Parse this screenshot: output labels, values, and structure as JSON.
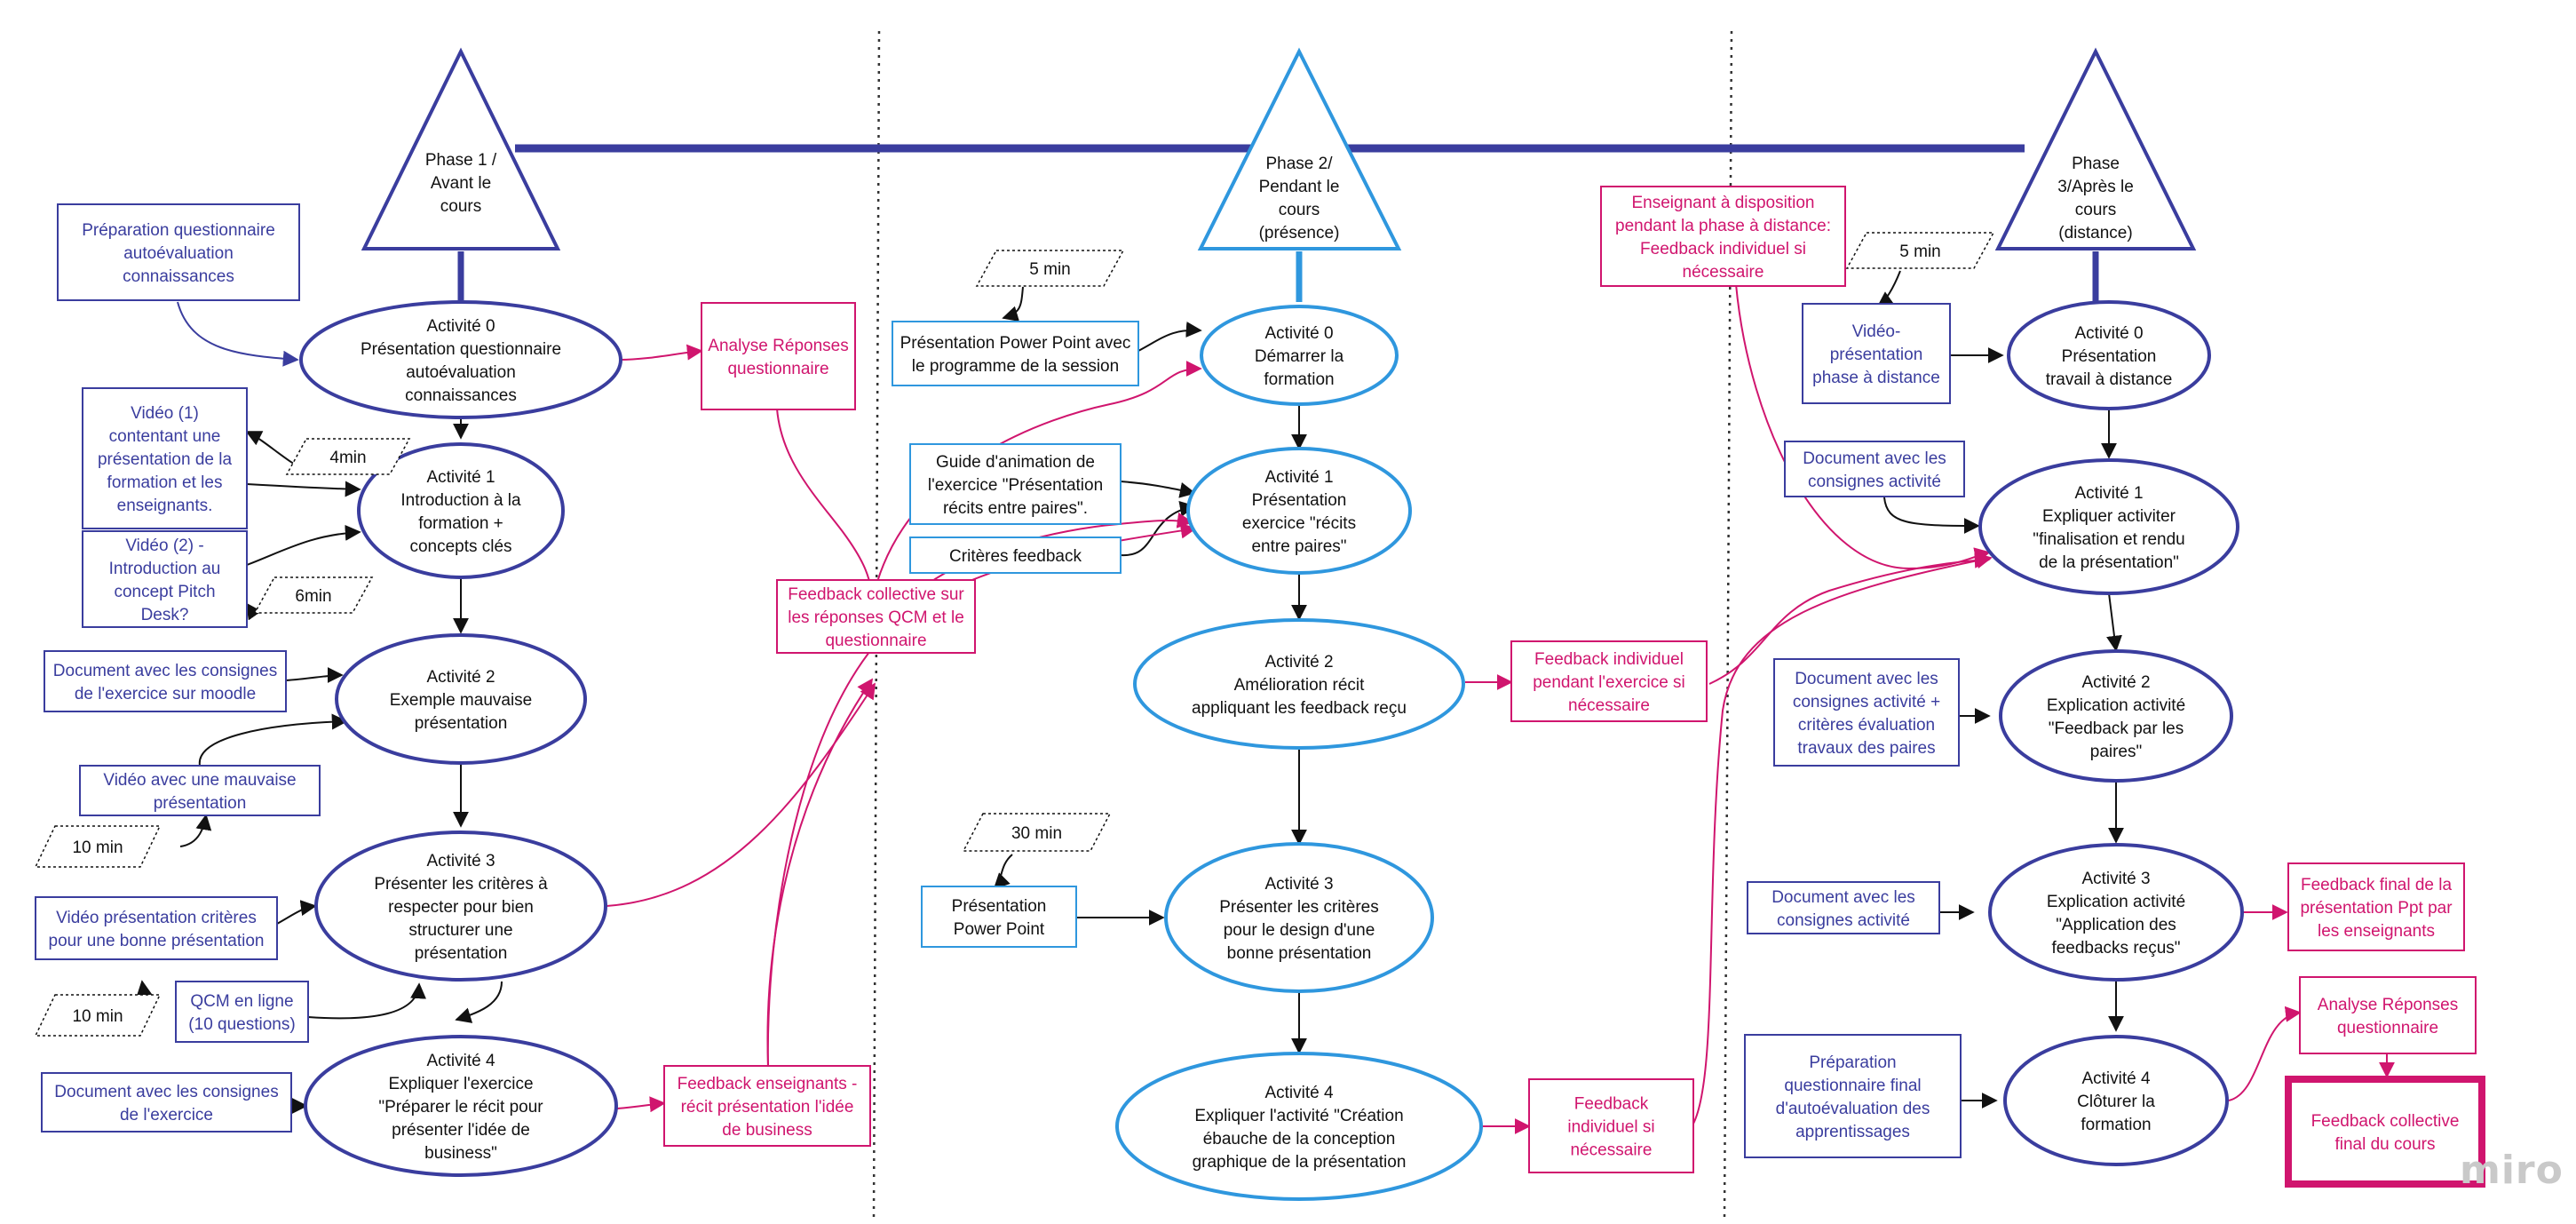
{
  "colors": {
    "dark_blue": "#3a3d9e",
    "light_blue": "#2f97de",
    "magenta": "#d0156e",
    "black": "#111111",
    "divider": "#333333",
    "logo": "#c9c9c9"
  },
  "logo": {
    "text": "miro"
  },
  "phases": [
    {
      "id": "p1",
      "lines": [
        "Phase 1 /",
        "Avant le",
        "cours"
      ]
    },
    {
      "id": "p2",
      "lines": [
        "Phase 2/",
        "Pendant le",
        "cours",
        "(présence)"
      ]
    },
    {
      "id": "p3",
      "lines": [
        "Phase",
        "3/Après le",
        "cours",
        "(distance)"
      ]
    }
  ],
  "activities": [
    {
      "id": "a10",
      "lines": [
        "Activité 0",
        "Présentation questionnaire",
        "autoévaluation",
        "connaissances"
      ]
    },
    {
      "id": "a11",
      "lines": [
        "Activité 1",
        "Introduction à la",
        "formation +",
        "concepts clés"
      ]
    },
    {
      "id": "a12",
      "lines": [
        "Activité 2",
        "Exemple mauvaise",
        "présentation"
      ]
    },
    {
      "id": "a13",
      "lines": [
        "Activité 3",
        "Présenter les critères à",
        "respecter pour bien",
        "structurer une",
        "présentation"
      ]
    },
    {
      "id": "a14",
      "lines": [
        "Activité 4",
        "Expliquer l'exercice",
        "\"Préparer le récit pour",
        "présenter l'idée de",
        "business\""
      ]
    },
    {
      "id": "a20",
      "lines": [
        "Activité 0",
        "Démarrer la",
        "formation"
      ]
    },
    {
      "id": "a21",
      "lines": [
        "Activité 1",
        "Présentation",
        "exercice \"récits",
        "entre paires\""
      ]
    },
    {
      "id": "a22",
      "lines": [
        "Activité 2",
        "Amélioration récit",
        "appliquant les feedback reçu"
      ]
    },
    {
      "id": "a23",
      "lines": [
        "Activité 3",
        "Présenter les critères",
        "pour le design d'une",
        "bonne présentation"
      ]
    },
    {
      "id": "a24",
      "lines": [
        "Activité 4",
        "Expliquer l'activité \"Création",
        "ébauche de la conception",
        "graphique de la présentation"
      ]
    },
    {
      "id": "a30",
      "lines": [
        "Activité 0",
        "Présentation",
        "travail à distance"
      ]
    },
    {
      "id": "a31",
      "lines": [
        "Activité 1",
        "Expliquer activiter",
        "\"finalisation et rendu",
        "de la  présentation\""
      ]
    },
    {
      "id": "a32",
      "lines": [
        "Activité 2",
        "Explication activité",
        "\"Feedback par les",
        "paires\""
      ]
    },
    {
      "id": "a33",
      "lines": [
        "Activité 3",
        "Explication activité",
        "\"Application des",
        "feedbacks reçus\""
      ]
    },
    {
      "id": "a34",
      "lines": [
        "Activité 4",
        "Clôturer la",
        "formation"
      ]
    }
  ],
  "resources": [
    {
      "id": "r_prep",
      "lines": [
        "Préparation questionnaire",
        "autoévaluation",
        "connaissances"
      ]
    },
    {
      "id": "r_vid1",
      "lines": [
        "Vidéo (1)",
        "contentant une",
        "présentation  de la",
        "formation et les",
        "enseignants."
      ]
    },
    {
      "id": "r_vid2",
      "lines": [
        "Vidéo (2) -",
        "Introduction au",
        "concept Pitch",
        "Desk?"
      ]
    },
    {
      "id": "r_doc12",
      "lines": [
        "Document avec les consignes",
        "de l'exercice sur moodle"
      ]
    },
    {
      "id": "r_vidbad",
      "lines": [
        "Vidéo avec une mauvaise",
        "présentation"
      ]
    },
    {
      "id": "r_vidcrit",
      "lines": [
        "Vidéo présentation critères",
        "pour une bonne présentation"
      ]
    },
    {
      "id": "r_qcm",
      "lines": [
        "QCM en ligne",
        "(10 questions)"
      ]
    },
    {
      "id": "r_doc14",
      "lines": [
        "Document avec les consignes",
        "de l'exercice"
      ]
    },
    {
      "id": "r_ppt20",
      "lines": [
        "Présentation Power Point avec",
        "le programme de la session"
      ]
    },
    {
      "id": "r_guide",
      "lines": [
        "Guide d'animation de",
        "l'exercice \"Présentation",
        "récits entre paires\"."
      ]
    },
    {
      "id": "r_crit",
      "lines": [
        "Critères feedback"
      ]
    },
    {
      "id": "r_ppt23",
      "lines": [
        "Présentation",
        "Power Point"
      ]
    },
    {
      "id": "r_vid30",
      "lines": [
        "Vidéo-",
        "présentation",
        "phase à distance"
      ]
    },
    {
      "id": "r_doc31",
      "lines": [
        "Document avec les",
        "consignes activité"
      ]
    },
    {
      "id": "r_doc32",
      "lines": [
        "Document avec les",
        "consignes activité +",
        "critères évaluation",
        "travaux des paires"
      ]
    },
    {
      "id": "r_doc33",
      "lines": [
        "Document avec les",
        "consignes activité"
      ]
    },
    {
      "id": "r_prep34",
      "lines": [
        "Préparation",
        "questionnaire final",
        "d'autoévaluation des",
        "apprentissages"
      ]
    }
  ],
  "feedbacks": [
    {
      "id": "f_analyse1",
      "lines": [
        "Analyse Réponses",
        "questionnaire"
      ]
    },
    {
      "id": "f_collective",
      "lines": [
        "Feedback collective sur",
        "les réponses QCM et le",
        "questionnaire"
      ]
    },
    {
      "id": "f_ens",
      "lines": [
        "Feedback enseignants -",
        "récit présentation l'idée",
        "de business"
      ]
    },
    {
      "id": "f_indiv22",
      "lines": [
        "Feedback individuel",
        "pendant l'exercice si",
        "nécessaire"
      ]
    },
    {
      "id": "f_indiv24",
      "lines": [
        "Feedback",
        "individuel si",
        "nécessaire"
      ]
    },
    {
      "id": "f_dispo",
      "lines": [
        "Enseignant à disposition",
        "pendant la phase à distance:",
        "Feedback individuel si",
        "nécessaire"
      ]
    },
    {
      "id": "f_final",
      "lines": [
        "Feedback final de la",
        "présentation Ppt par",
        "les enseignants"
      ]
    },
    {
      "id": "f_analyse3",
      "lines": [
        "Analyse Réponses",
        "questionnaire"
      ]
    },
    {
      "id": "f_collfinal",
      "lines": [
        "Feedback collective",
        "final du cours"
      ]
    }
  ],
  "durations": [
    {
      "id": "d_4min",
      "text": "4min"
    },
    {
      "id": "d_6min",
      "text": "6min"
    },
    {
      "id": "d_10a",
      "text": "10 min"
    },
    {
      "id": "d_10b",
      "text": "10 min"
    },
    {
      "id": "d_5a",
      "text": "5 min"
    },
    {
      "id": "d_30",
      "text": "30 min"
    },
    {
      "id": "d_5b",
      "text": "5 min"
    }
  ]
}
